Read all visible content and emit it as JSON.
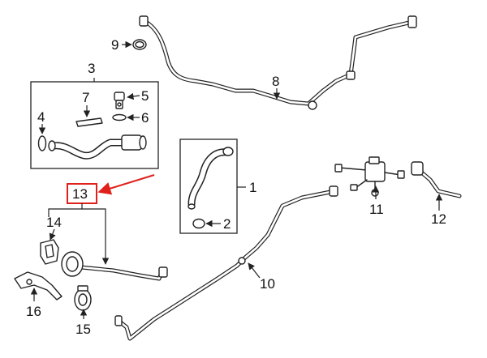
{
  "callouts": {
    "c1": "1",
    "c2": "2",
    "c3": "3",
    "c4": "4",
    "c5": "5",
    "c6": "6",
    "c7": "7",
    "c8": "8",
    "c9": "9",
    "c10": "10",
    "c11": "11",
    "c12": "12",
    "c13": "13",
    "c14": "14",
    "c15": "15",
    "c16": "16"
  },
  "colors": {
    "highlight": "#e0201b",
    "line": "#222222"
  }
}
